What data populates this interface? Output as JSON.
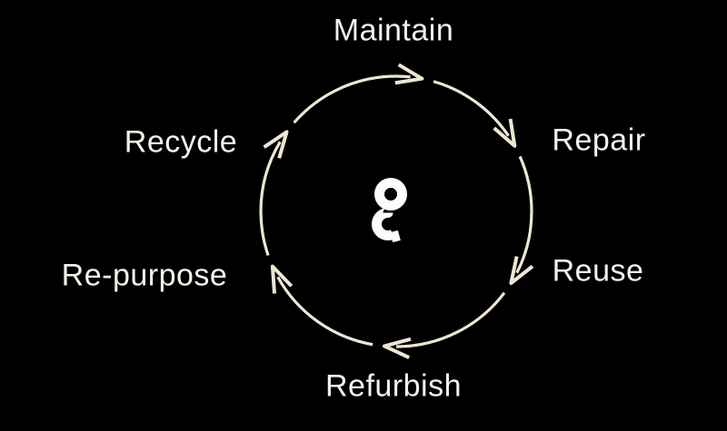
{
  "diagram": {
    "type": "cycle",
    "name": "circular-economy-cycle",
    "flow_direction": "clockwise",
    "stages": [
      {
        "id": "maintain",
        "label": "Maintain",
        "position": "top"
      },
      {
        "id": "repair",
        "label": "Repair",
        "position": "upper-right"
      },
      {
        "id": "reuse",
        "label": "Reuse",
        "position": "lower-right"
      },
      {
        "id": "refurbish",
        "label": "Refurbish",
        "position": "bottom"
      },
      {
        "id": "re-purpose",
        "label": "Re-purpose",
        "position": "lower-left"
      },
      {
        "id": "recycle",
        "label": "Recycle",
        "position": "upper-left"
      }
    ],
    "center_icon": "brand-glyph-double-ring",
    "arrow_angles_deg": [
      281,
      331,
      32,
      95,
      156,
      216
    ],
    "colors": {
      "background": "#000000",
      "ring": "#EEE5D4",
      "label_text": "#F5F1EA",
      "icon": "#FDFCF8"
    }
  }
}
